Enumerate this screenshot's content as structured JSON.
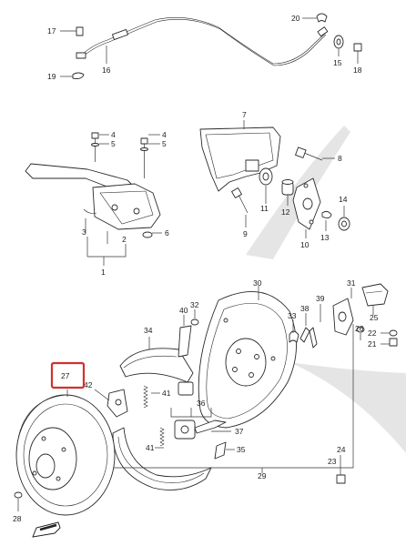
{
  "diagram": {
    "highlight_color": "#d32f2f",
    "highlighted_callout": "27",
    "direction_marker": "FRONT",
    "callouts": {
      "c1": "1",
      "c2": "2",
      "c3": "3",
      "c4a": "4",
      "c4b": "4",
      "c5a": "5",
      "c5b": "5",
      "c6": "6",
      "c7": "7",
      "c8": "8",
      "c9": "9",
      "c10": "10",
      "c11": "11",
      "c12": "12",
      "c13": "13",
      "c14": "14",
      "c15": "15",
      "c16": "16",
      "c17": "17",
      "c18": "18",
      "c19": "19",
      "c20": "20",
      "c21": "21",
      "c22": "22",
      "c23": "23",
      "c24": "24",
      "c25": "25",
      "c26": "26",
      "c27": "27",
      "c28": "28",
      "c29": "29",
      "c30": "30",
      "c31": "31",
      "c32": "32",
      "c33": "33",
      "c34": "34",
      "c35": "35",
      "c36": "36",
      "c37": "37",
      "c38": "38",
      "c39": "39",
      "c40": "40",
      "c41a": "41",
      "c41b": "41",
      "c42": "42"
    }
  }
}
